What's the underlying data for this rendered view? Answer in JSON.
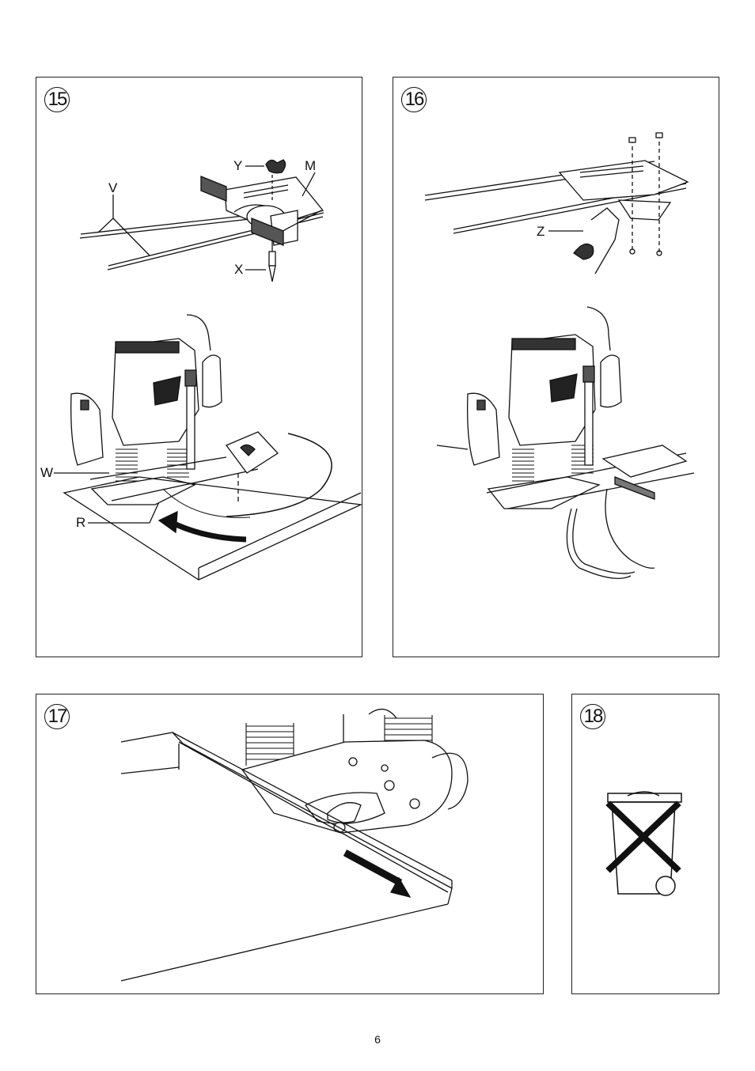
{
  "figures": [
    {
      "number": "15",
      "labels": {
        "y": "Y",
        "m": "M",
        "v": "V",
        "x": "X",
        "w": "W",
        "r": "R"
      }
    },
    {
      "number": "16",
      "labels": {
        "z": "Z"
      }
    },
    {
      "number": "17"
    },
    {
      "number": "18"
    }
  ],
  "page_number": "6"
}
